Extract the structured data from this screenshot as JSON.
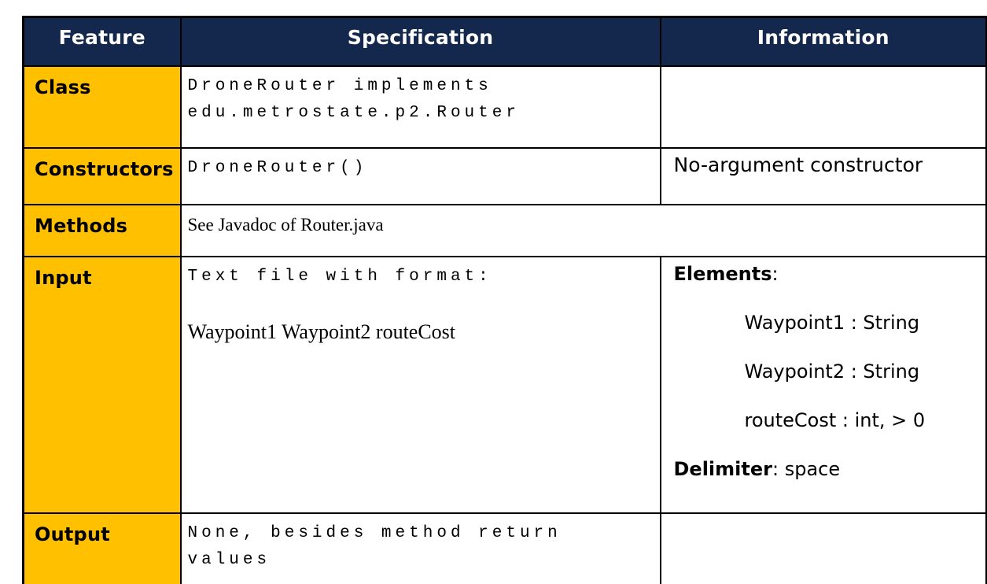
{
  "palette": {
    "header_bg": "#13284C",
    "header_text": "#FFFFFF",
    "feature_bg": "#FFC000",
    "border": "#000000",
    "cell_bg": "#FFFFFF",
    "body_text": "#000000"
  },
  "table": {
    "columns": [
      "Feature",
      "Specification",
      "Information"
    ],
    "rows": {
      "class": {
        "feature": "Class",
        "spec_code": "DroneRouter implements edu.metrostate.p2.Router",
        "info": ""
      },
      "constructors": {
        "feature": "Constructors",
        "spec_code": "DroneRouter()",
        "info": "No-argument constructor"
      },
      "methods": {
        "feature": "Methods",
        "spec_serif": "See Javadoc of Router.java"
      },
      "input": {
        "feature": "Input",
        "spec_code": "Text file with format:",
        "spec_serif": "Waypoint1 Waypoint2 routeCost",
        "info_heading_bold": "Elements",
        "info_heading_rest": ":",
        "info_items": [
          "Waypoint1 : String",
          "Waypoint2 : String",
          "routeCost : int, > 0"
        ],
        "info_footer_bold": "Delimiter",
        "info_footer_rest": ": space"
      },
      "output": {
        "feature": "Output",
        "spec_code": "None, besides method return values",
        "info": ""
      }
    }
  }
}
